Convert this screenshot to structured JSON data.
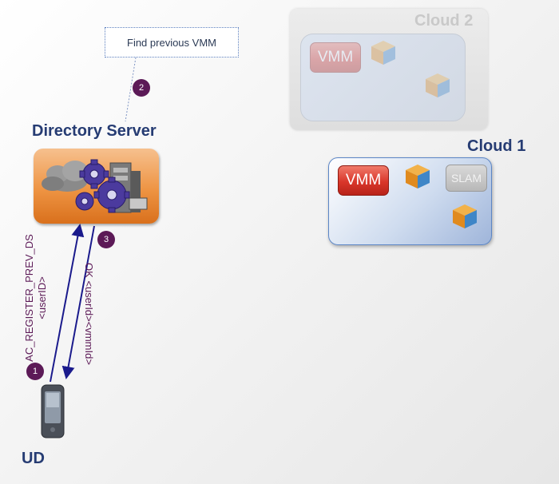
{
  "callout": {
    "text": "Find previous VMM"
  },
  "steps": {
    "step1": "1",
    "step2": "2",
    "step3": "3"
  },
  "directory_server": {
    "title": "Directory Server"
  },
  "clouds": {
    "cloud1": {
      "label": "Cloud 1",
      "vmm_label": "VMM",
      "slam_label": "SLAM"
    },
    "cloud2": {
      "label": "Cloud 2",
      "vmm_label": "VMM"
    }
  },
  "messages": {
    "request_line1": "AC_REGISTER_PREV_DS",
    "request_line2": "<userID>",
    "response": "OK <userId><vmmId>"
  },
  "device": {
    "label": "UD"
  },
  "colors": {
    "arrow": "#1a1a8c",
    "step_badge": "#5c1a57",
    "title": "#263c73",
    "vmm": "#d9362a",
    "ds_box": "#ee9443"
  },
  "icons": [
    "cloud-icon",
    "gear-icon",
    "server-icon",
    "package-icon",
    "phone-icon"
  ]
}
